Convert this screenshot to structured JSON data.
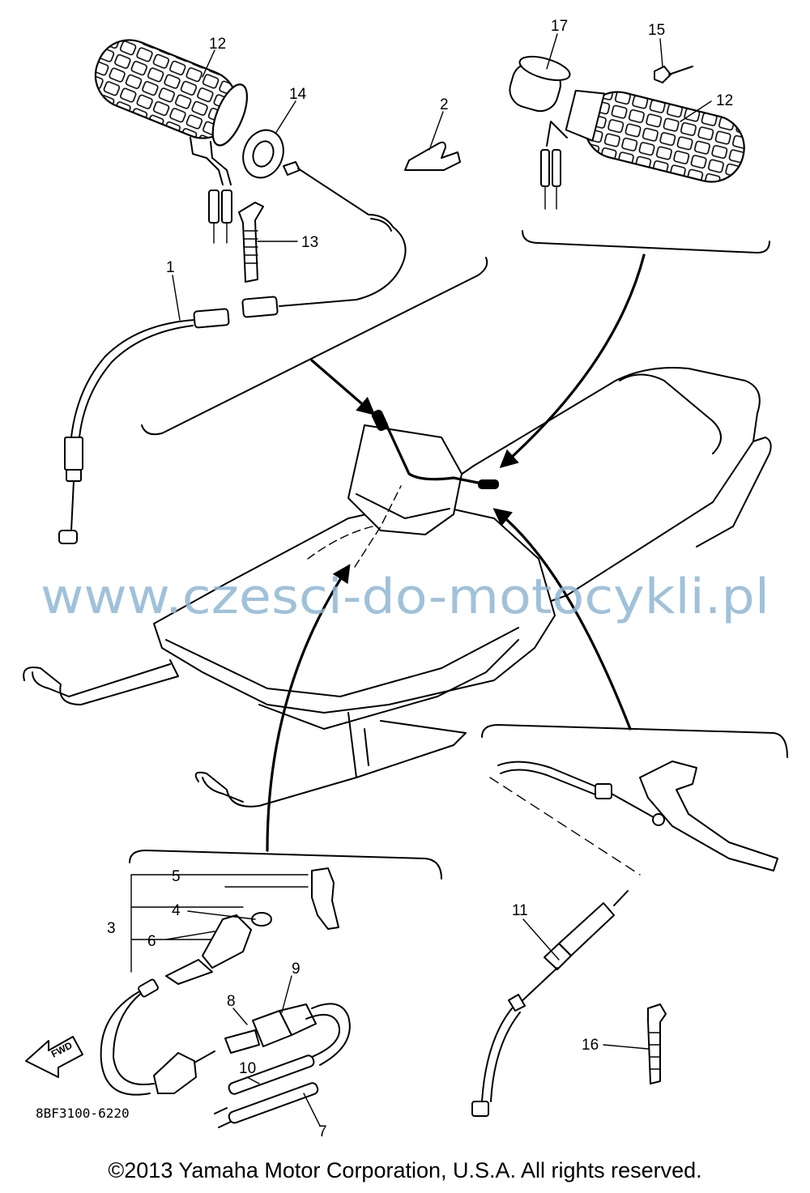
{
  "callouts": {
    "c1": "1",
    "c2": "2",
    "c3": "3",
    "c4": "4",
    "c5": "5",
    "c6": "6",
    "c7": "7",
    "c8": "8",
    "c9": "9",
    "c10": "10",
    "c11": "11",
    "c12a": "12",
    "c12b": "12",
    "c13": "13",
    "c14": "14",
    "c15": "15",
    "c16": "16",
    "c17": "17"
  },
  "labels": {
    "fwd": "FWD",
    "diagram_code": "8BF3100-6220",
    "watermark": "www.czesci-do-motocykli.pl"
  },
  "footer": {
    "copyright": "©2013 Yamaha Motor Corporation, U.S.A. All rights reserved."
  }
}
